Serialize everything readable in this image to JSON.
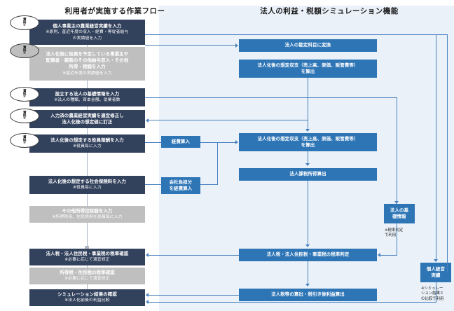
{
  "headings": {
    "left": "利用者が実施する作業フロー",
    "right": "法人の利益・税額シミュレーション機能"
  },
  "doc_markers": [
    {
      "id": "d1",
      "label": "資料①",
      "shaded": false
    },
    {
      "id": "d2",
      "label": "資料②",
      "shaded": true
    },
    {
      "id": "d3",
      "label": "資料③",
      "shaded": false
    },
    {
      "id": "d4",
      "label": "資料③",
      "shaded": false
    },
    {
      "id": "d5",
      "label": "資料③",
      "shaded": false
    }
  ],
  "left_flow": [
    {
      "id": "L1",
      "title": "個人事業主の農業経営実績を入力",
      "sub": "※原則、直近年度の収入・経費・専従者給与\nの実績値を入力",
      "style": "navy"
    },
    {
      "id": "L2",
      "title": "法人化後に役員を予定している事業主や\n配偶者・親族のその他給与収入・その他\n所得・税額を入力",
      "sub": "※直近年度の実績値を入力",
      "style": "grey"
    },
    {
      "id": "L3",
      "title": "設立する法人の基礎情報を入力",
      "sub": "※法人の種類、資本金額、従業者数",
      "style": "navy"
    },
    {
      "id": "L4",
      "title": "入力済の農業経営実績を適宜修正し\n法人化後の想定値に訂正",
      "sub": "",
      "style": "navy"
    },
    {
      "id": "L5",
      "title": "法人化後の想定する役員報酬を入力",
      "sub": "※役員毎に入力",
      "style": "navy"
    },
    {
      "id": "L6",
      "title": "法人化後の想定する社会保険料を入力",
      "sub": "※役員毎に入力",
      "style": "navy"
    },
    {
      "id": "L7",
      "title": "その他所得控除額を入力",
      "sub": "※所得税用、住民税用を役員毎に入力",
      "style": "grey"
    },
    {
      "id": "L8",
      "title": "法人税・法人住民税・事業税の税率確認",
      "sub": "※必要に応じて適宜修正",
      "style": "navy"
    },
    {
      "id": "L9",
      "title": "所得税・住民税の税率確認",
      "sub": "※必要に応じて適宜修正",
      "style": "grey"
    },
    {
      "id": "L10",
      "title": "シミュレーション結果の確認",
      "sub": "※法人化前後の利益比較",
      "style": "navy"
    }
  ],
  "mid_nodes": [
    {
      "id": "M1",
      "title": "経費算入",
      "style": "blue"
    },
    {
      "id": "M2",
      "title": "会社負担分\nを経費算入",
      "style": "blue"
    }
  ],
  "right_flow": [
    {
      "id": "R1",
      "title": "法人の勘定科目に変換",
      "style": "blue"
    },
    {
      "id": "R2",
      "title": "法人化後の想定収支（売上高、原価、販管費等）\nを算出",
      "style": "blue"
    },
    {
      "id": "R3",
      "title": "法人化後の想定収支（売上高、原価、販管費等）\nを算出",
      "style": "blue"
    },
    {
      "id": "R4",
      "title": "法人課税所得算出",
      "style": "blue"
    },
    {
      "id": "R5",
      "title": "法人税・法人住民税・事業税の税率判定",
      "style": "blue"
    },
    {
      "id": "R6",
      "title": "法人税等の算出・税引き後利益算出",
      "style": "blue"
    }
  ],
  "data_stores": [
    {
      "id": "S1",
      "title": "法人の基\n礎情報",
      "note": "※税率判定\nで利用",
      "style": "blue"
    },
    {
      "id": "S2",
      "title": "個人経営\n実績",
      "note": "※シミュレー\nション結果と\nの比較で利用",
      "style": "blue"
    }
  ],
  "colors": {
    "navy": "#32415c",
    "blue": "#2e75b6",
    "grey": "#bfbfbf",
    "panel": "#eaf1f8",
    "line": "#4a82c0"
  }
}
